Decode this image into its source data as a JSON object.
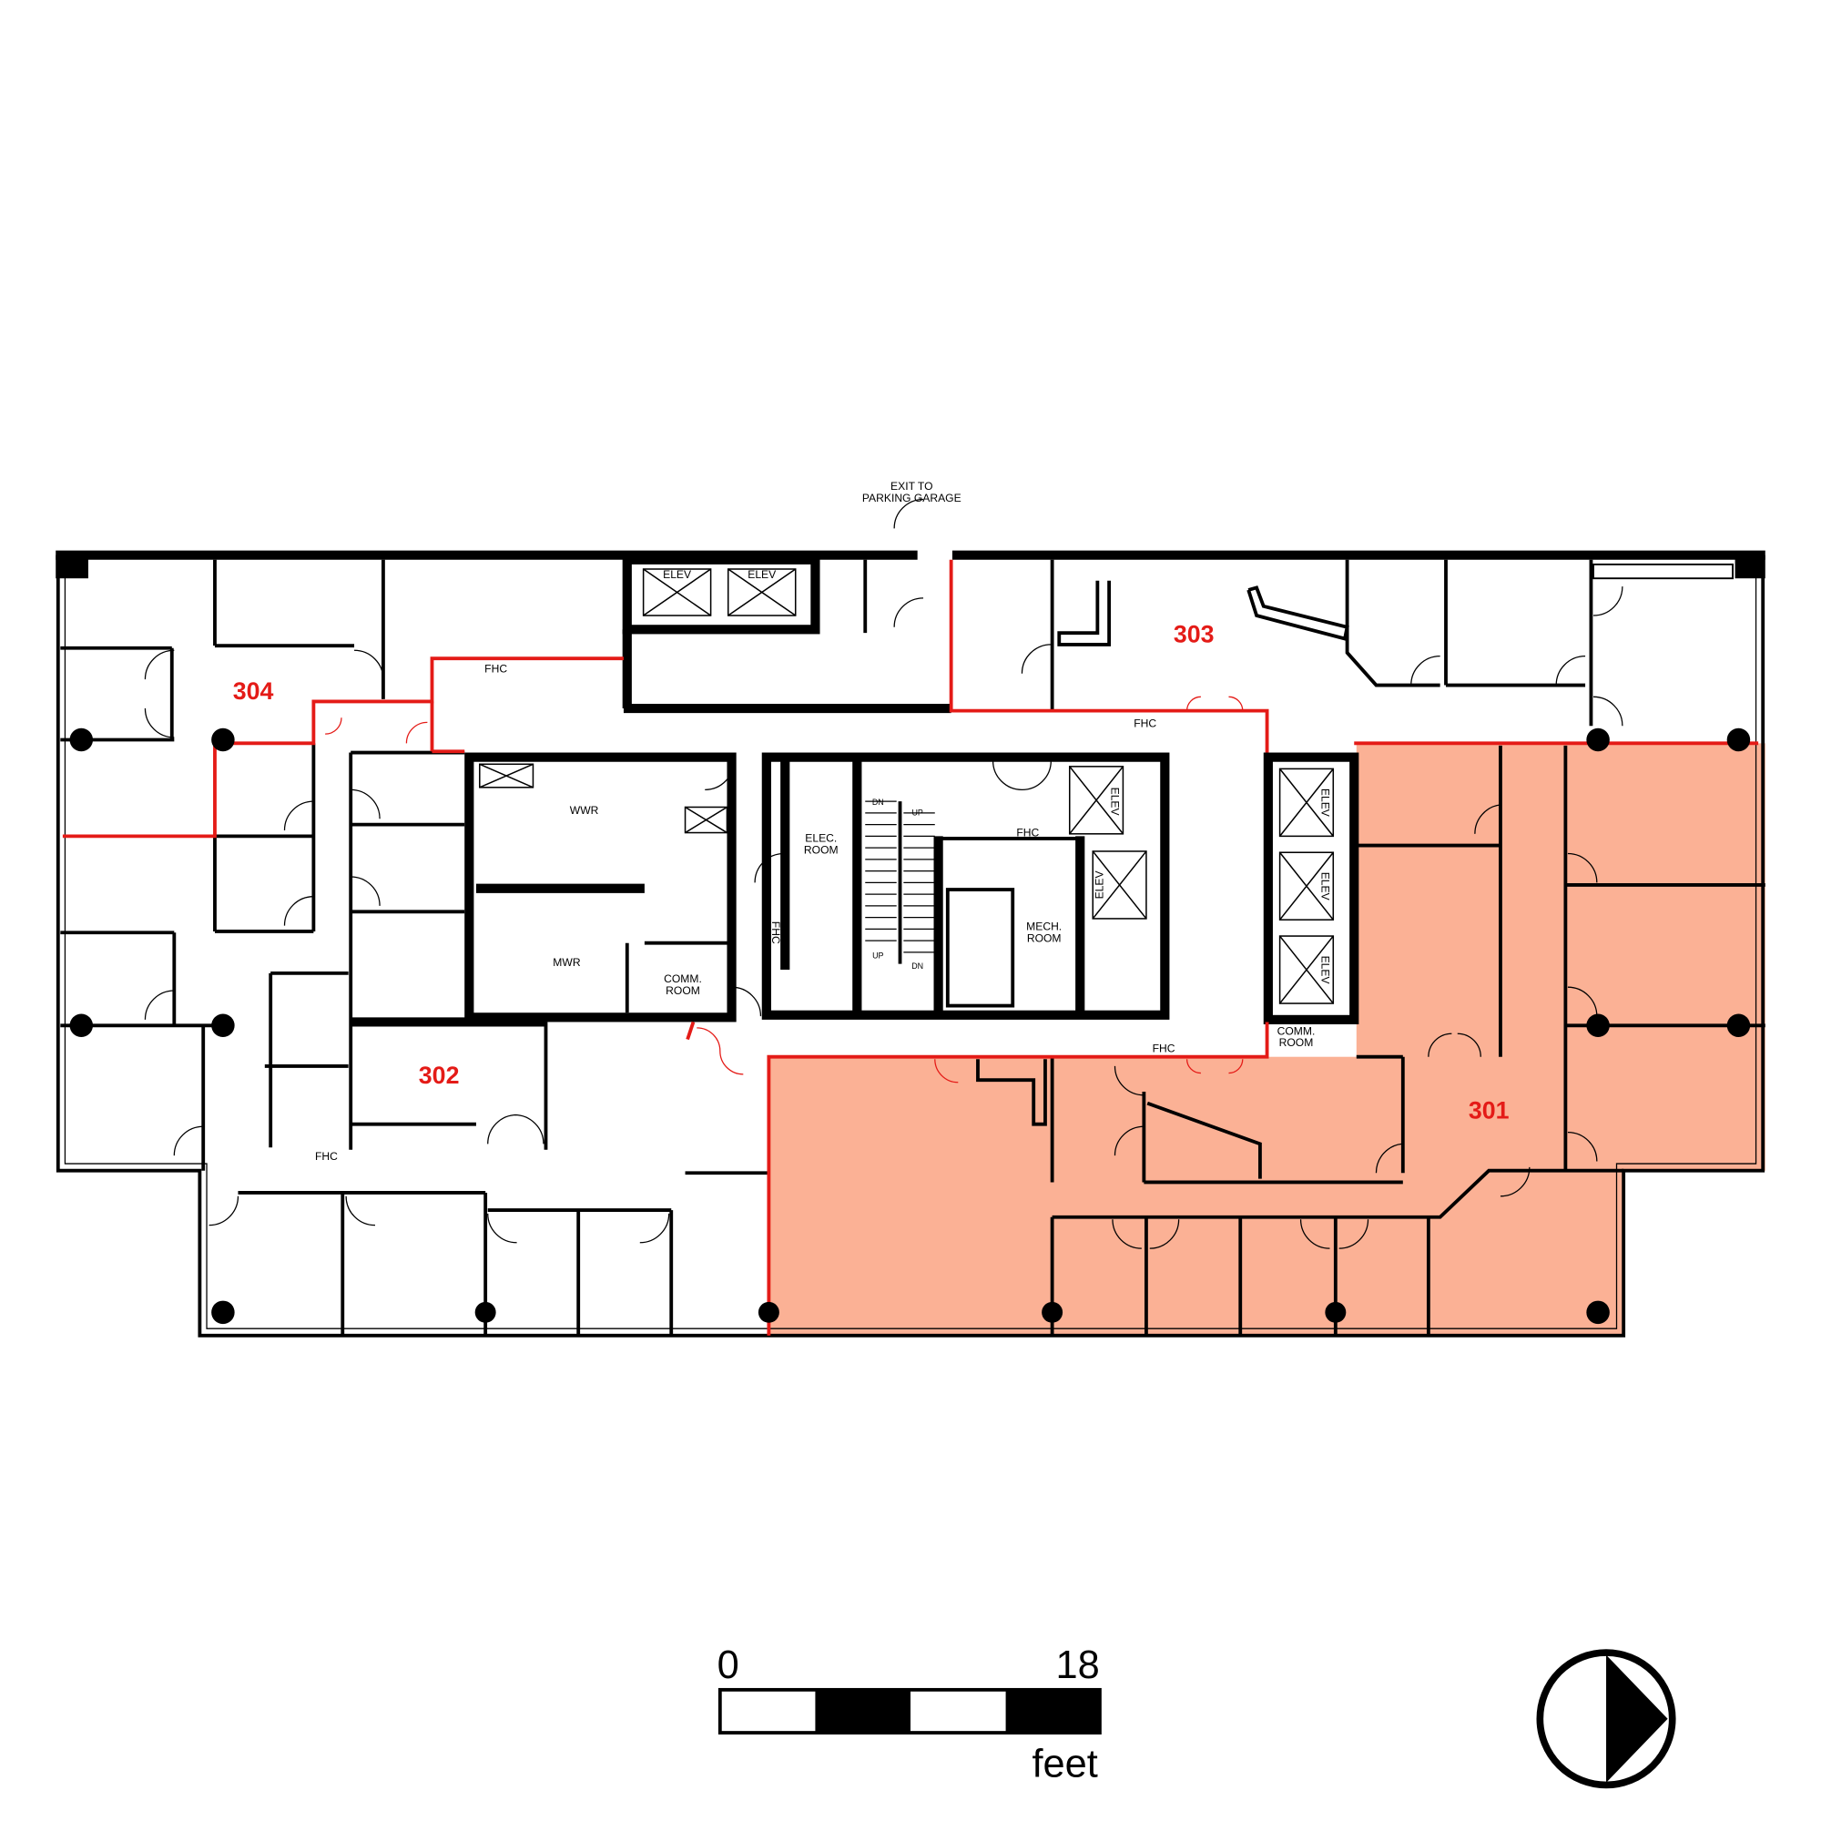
{
  "suites": [
    {
      "id": "301",
      "highlighted": true
    },
    {
      "id": "302",
      "highlighted": false
    },
    {
      "id": "303",
      "highlighted": false
    },
    {
      "id": "304",
      "highlighted": false
    }
  ],
  "rooms": {
    "elev": "ELEV",
    "wwr": "WWR",
    "mwr": "MWR",
    "elec_1": "ELEC.",
    "elec_2": "ROOM",
    "mech_1": "MECH.",
    "mech_2": "ROOM",
    "comm_1": "COMM.",
    "comm_2": "ROOM",
    "fhc": "FHC",
    "dn": "DN",
    "up": "UP"
  },
  "exit_label": {
    "line1": "EXIT TO",
    "line2": "PARKING GARAGE"
  },
  "scale_bar": {
    "start": "0",
    "end": "18",
    "unit": "feet"
  },
  "north_arrow": {
    "direction": "right"
  },
  "colors": {
    "highlight_fill": "#fbb195",
    "boundary": "#e41b17",
    "wall": "#000000"
  }
}
